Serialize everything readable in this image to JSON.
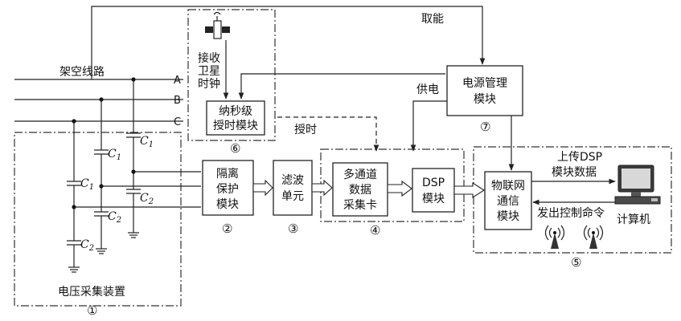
{
  "lines": {
    "overhead_line": "架空线路",
    "phase_a": "A",
    "phase_b": "B",
    "phase_c": "C"
  },
  "capacitors": {
    "c1": "C",
    "c1_sub": "1",
    "c2": "C",
    "c2_sub": "2"
  },
  "labels": {
    "take_energy": "取能",
    "power_supply": "供电",
    "timing": "授时",
    "receive_1": "接收",
    "receive_2": "卫星",
    "receive_3": "时钟",
    "upload_1": "上传DSP",
    "upload_2": "模块数据",
    "command": "发出控制命令",
    "computer": "计算机",
    "voltage_device": "电压采集装置"
  },
  "modules": {
    "isolation": [
      "隔离",
      "保护",
      "模块"
    ],
    "filter": [
      "滤波",
      "单元"
    ],
    "daq": [
      "多通道",
      "数据",
      "采集卡"
    ],
    "dsp": [
      "DSP",
      "模块"
    ],
    "iot": [
      "物联网",
      "通信",
      "模块"
    ],
    "power_mgmt": [
      "电源管理",
      "模块"
    ],
    "timing_module": [
      "纳秒级",
      "授时模块"
    ]
  },
  "numbers": {
    "n1": "①",
    "n2": "②",
    "n3": "③",
    "n4": "④",
    "n5": "⑤",
    "n6": "⑥",
    "n7": "⑦"
  },
  "icons": {
    "satellite": "satellite-icon",
    "computer": "computer-icon",
    "antenna": "antenna-icon"
  }
}
